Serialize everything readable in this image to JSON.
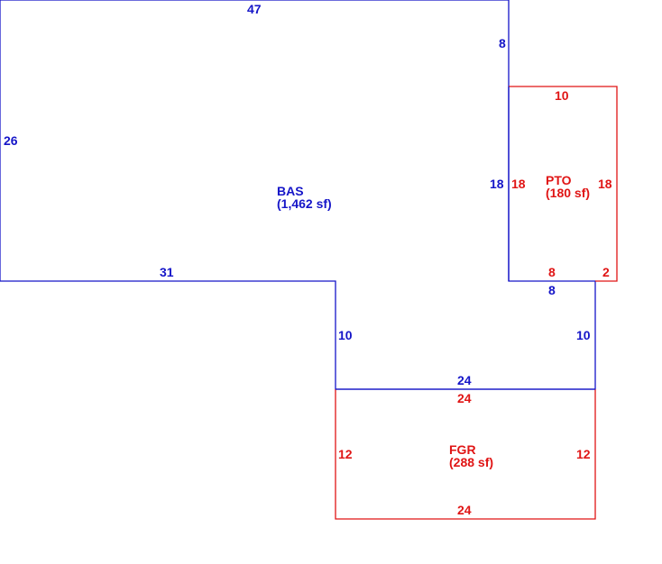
{
  "colors": {
    "main_structure": "#1515c8",
    "addition": "#e01515",
    "background": "#ffffff"
  },
  "areas": {
    "bas": {
      "code": "BAS",
      "size": "(1,462 sf)"
    },
    "pto": {
      "code": "PTO",
      "size": "(180 sf)"
    },
    "fgr": {
      "code": "FGR",
      "size": "(288 sf)"
    }
  },
  "dimensions": {
    "bas": {
      "top": "47",
      "left": "26",
      "upper_right": "8",
      "right_at_pto": "18",
      "bottom_left": "31",
      "notch_left": "10",
      "notch_right": "10",
      "notch_bottom": "24",
      "step_bottom": "8"
    },
    "pto": {
      "top": "10",
      "left": "18",
      "right": "18",
      "bottom": "8",
      "bottom_right": "2"
    },
    "fgr": {
      "top": "24",
      "left": "12",
      "right": "12",
      "bottom": "24"
    }
  }
}
